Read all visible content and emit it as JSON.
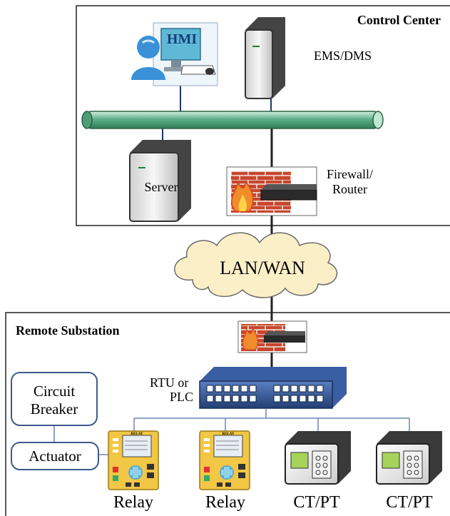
{
  "control_center": {
    "title": "Control Center",
    "hmi_label": "HMI",
    "ems_label": "EMS/DMS",
    "server_label": "Server",
    "firewall_line1": "Firewall/",
    "firewall_line2": "Router"
  },
  "network": {
    "cloud_label": "LAN/WAN"
  },
  "substation": {
    "title": "Remote Substation",
    "rtu_line1": "RTU or",
    "rtu_line2": "PLC",
    "breaker_line1": "Circuit",
    "breaker_line2": "Breaker",
    "actuator_label": "Actuator",
    "relay_screen_title": "RELAY",
    "relay1_label": "Relay",
    "relay2_label": "Relay",
    "ctpt1_label": "CT/PT",
    "ctpt2_label": "CT/PT"
  },
  "colors": {
    "bus_green": "#5fb08a",
    "cloud_fill": "#fbefc8",
    "brick_red": "#c8462e",
    "switch_blue": "#2d4f8e",
    "relay_yellow": "#f2c745",
    "box_blue": "#3d5a8a"
  }
}
